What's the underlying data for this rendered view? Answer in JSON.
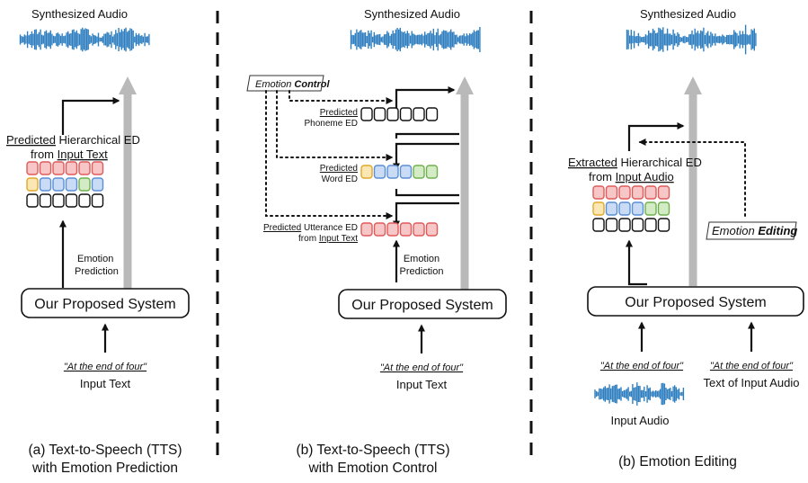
{
  "top_label": "Synthesized Audio",
  "system_label": "Our Proposed System",
  "quote_text": "\"At the end of four\"",
  "input_text": "Input Text",
  "input_audio": "Input Audio",
  "text_of_input_audio": "Text of Input Audio",
  "emotion_prediction": [
    "Emotion",
    "Prediction"
  ],
  "panel_a": {
    "ed_predicted": "Predicted",
    "ed_rest": " Hierarchical ED",
    "from_word": "from ",
    "from_target": "Input Text",
    "caption": [
      "(a) Text-to-Speech (TTS)",
      "with Emotion Prediction"
    ]
  },
  "panel_b": {
    "control_emotion": "Emotion ",
    "control_word": "Control",
    "predicted": "Predicted",
    "phoneme_ed": "Phoneme ED",
    "word_ed": "Word ED",
    "utterance_ed": " Utterance ED",
    "from_word": "from ",
    "from_target": "Input Text",
    "caption": [
      "(b) Text-to-Speech (TTS)",
      "with Emotion Control"
    ]
  },
  "panel_c": {
    "extracted": "Extracted",
    "ed_rest": " Hierarchical ED",
    "from_word": "from ",
    "from_target": "Input Audio",
    "editing_emotion": "Emotion ",
    "editing_word": "Editing",
    "caption": [
      "(b) Emotion Editing"
    ]
  },
  "colors": {
    "waveform": "#2f7fc0",
    "grey_arrow": "#b9b9b9",
    "token_red": "#e05a5a",
    "token_blue": "#5b8fd6",
    "token_green": "#6fb14f",
    "token_yellow": "#e0a92c"
  }
}
